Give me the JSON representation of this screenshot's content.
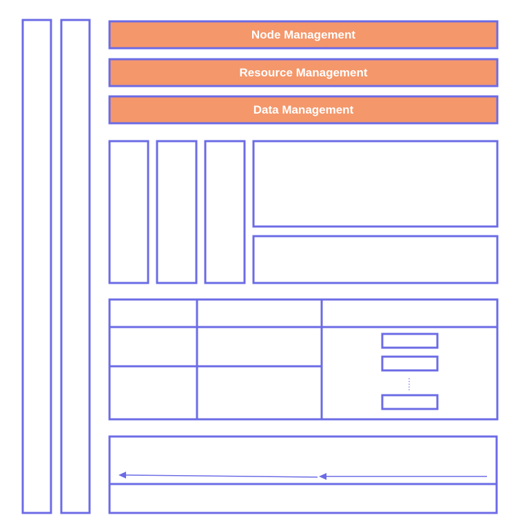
{
  "colors": {
    "outline": "#6b6be6",
    "header_fill": "#f4976b",
    "header_text": "#ffffff",
    "background": "#ffffff"
  },
  "headers": [
    {
      "label": "Node Management"
    },
    {
      "label": "Resource Management"
    },
    {
      "label": "Data Management"
    }
  ],
  "icons": {
    "ellipsis": "vertical-ellipsis-icon",
    "arrow": "left-arrow-icon"
  }
}
